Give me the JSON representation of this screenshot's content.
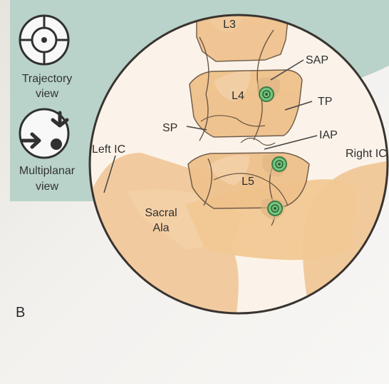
{
  "panel_label": "B",
  "icons": [
    {
      "name": "trajectory-view-icon",
      "label_lines": [
        "Trajectory",
        "view"
      ]
    },
    {
      "name": "multiplanar-view-icon",
      "label_lines": [
        "Multiplanar",
        "view"
      ]
    }
  ],
  "diagram_labels": {
    "l3": "L3",
    "l4": "L4",
    "l5": "L5",
    "sap": "SAP",
    "tp": "TP",
    "sp": "SP",
    "iap": "IAP",
    "left_ic": "Left IC",
    "right_ic": "Right IC",
    "sacral_lines": [
      "Sacral",
      "Ala"
    ]
  },
  "colors": {
    "sidebar": "#b7d1c8",
    "tissue": "#efc594",
    "bone": "#efc18b",
    "outline": "#5e4c39",
    "marker": "#74c67f"
  }
}
